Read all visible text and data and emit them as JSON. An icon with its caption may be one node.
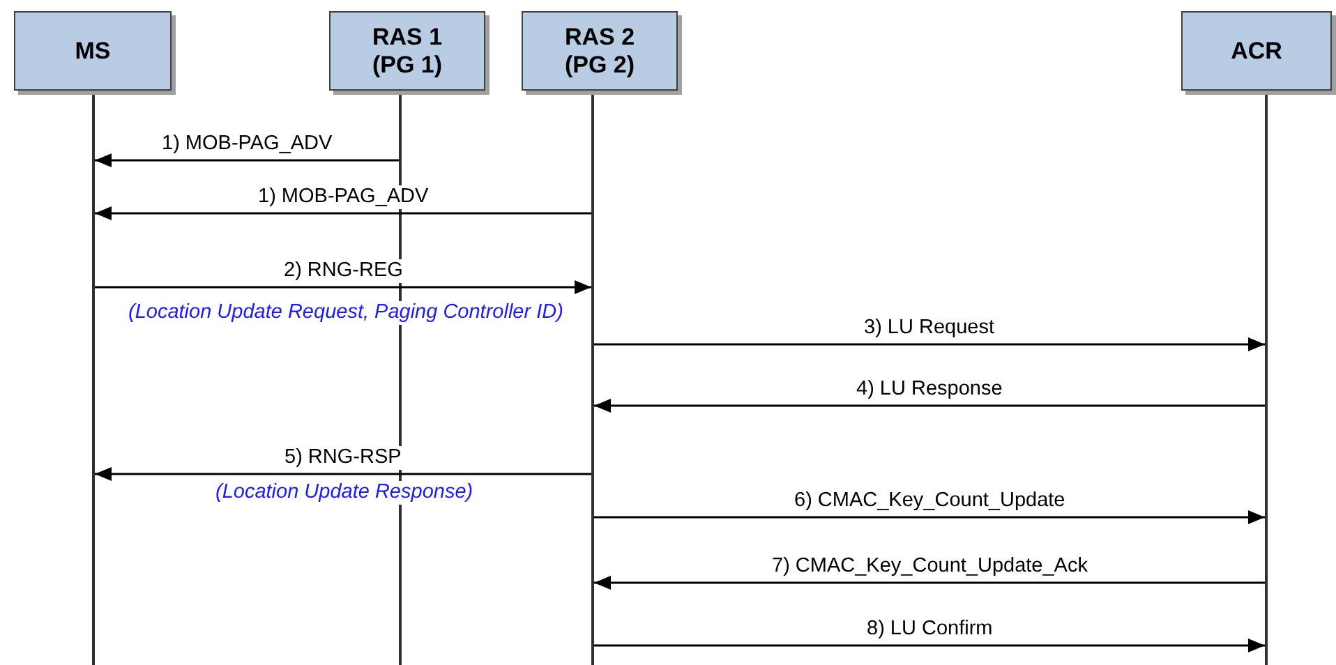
{
  "diagram": {
    "nodes": [
      {
        "text": [
          "MS"
        ]
      },
      {
        "text": [
          "RAS 1 (PG 1)"
        ]
      },
      {
        "text": [
          "RAS 2 (PG 2)"
        ]
      },
      {
        "text": [
          "ACR"
        ]
      },
      {
        "text": [],
        "shape": "bar"
      },
      {
        "text": [],
        "shape": "bar"
      },
      {
        "text": [],
        "shape": "bar"
      },
      {
        "text": [],
        "shape": "bar"
      }
    ],
    "edges": [
      {
        "from": 5,
        "to": 4,
        "arrow": "to",
        "label": "1) MOB-PAG_ADV"
      },
      {
        "from": 6,
        "to": 4,
        "arrow": "to",
        "label": "1) MOB-PAG_ADV"
      },
      {
        "from": 4,
        "to": 6,
        "arrow": "to",
        "label": "2) RNG-REG"
      },
      {
        "from": 6,
        "to": 7,
        "arrow": "to",
        "label": "3) LU Request"
      },
      {
        "from": 7,
        "to": 6,
        "arrow": "to",
        "label": "4) LU Response"
      },
      {
        "from": 6,
        "to": 4,
        "arrow": "to",
        "label": "5) RNG-RSP"
      },
      {
        "from": 6,
        "to": 7,
        "arrow": "to",
        "label": "6) CMAC_Key_Count_Update"
      },
      {
        "from": 7,
        "to": 6,
        "arrow": "to",
        "label": "7) CMAC_Key_Count_Update_Ack"
      },
      {
        "from": 6,
        "to": 7,
        "arrow": "to",
        "label": "8) LU Confirm"
      }
    ],
    "labels": [
      "(Location Update Request, Paging Controller ID)",
      "(Location Update Response)"
    ]
  }
}
